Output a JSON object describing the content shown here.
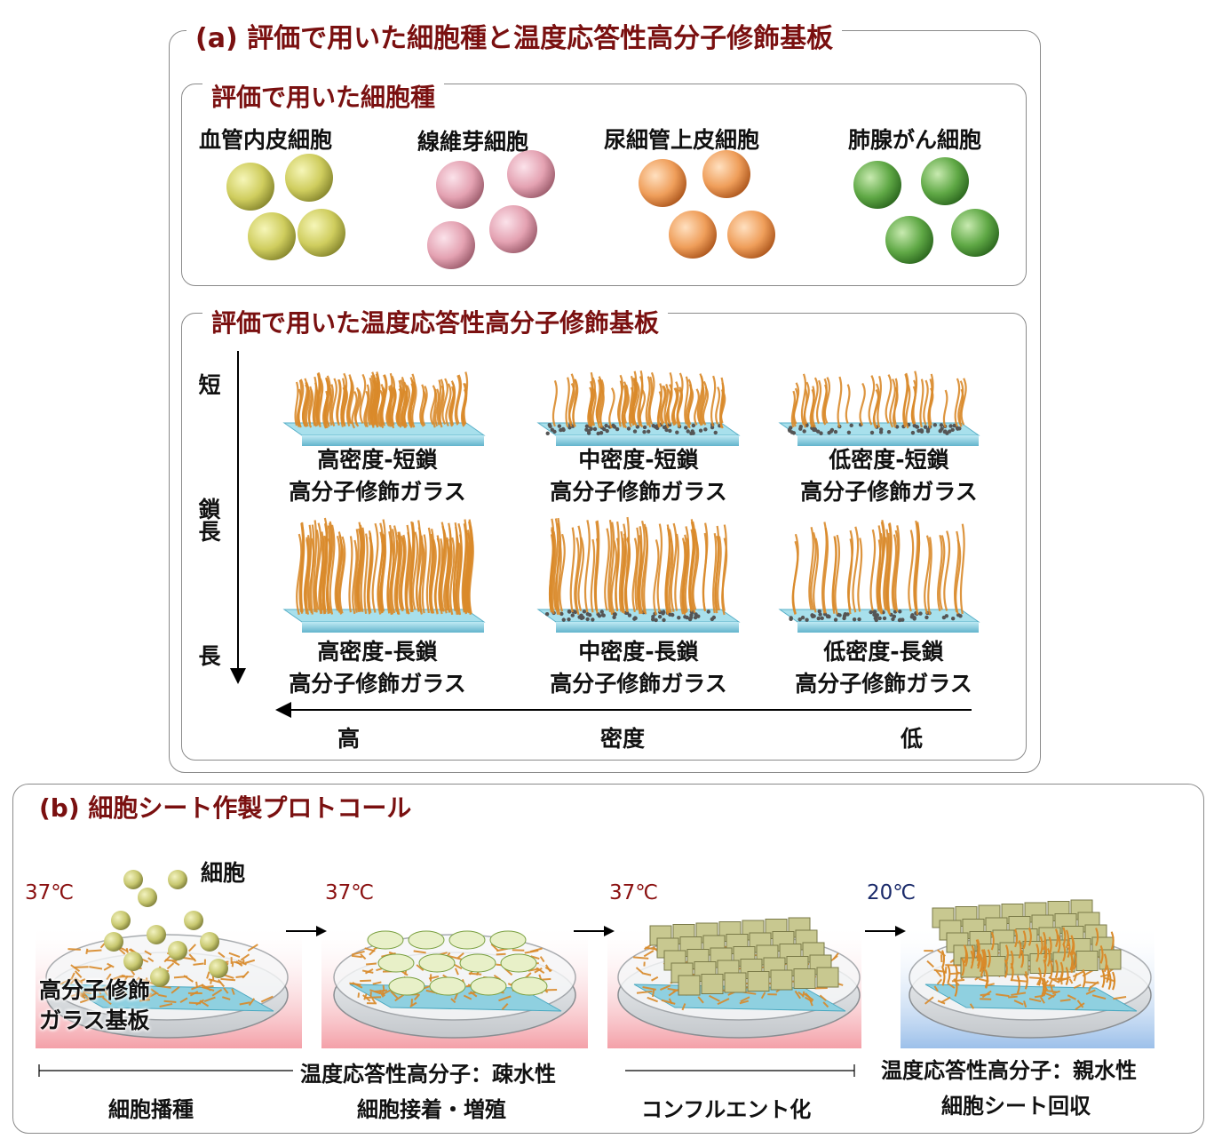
{
  "panel_a": {
    "title": "(a) 評価で用いた細胞種と温度応答性高分子修飾基板",
    "cells": {
      "title": "評価で用いた細胞種",
      "items": [
        {
          "label": "血管内皮細胞",
          "color": "#d6d46c"
        },
        {
          "label": "線維芽細胞",
          "color": "#e8aab8"
        },
        {
          "label": "尿細管上皮細胞",
          "color": "#f0a060"
        },
        {
          "label": "肺腺がん細胞",
          "color": "#5fa845"
        }
      ]
    },
    "substrates": {
      "title": "評価で用いた温度応答性高分子修飾基板",
      "y_axis": {
        "top": "短",
        "middle": "鎖長",
        "bottom": "長"
      },
      "x_axis": {
        "left": "高",
        "middle": "密度",
        "right": "低"
      },
      "items": [
        {
          "line1": "高密度-短鎖",
          "line2": "高分子修飾ガラス"
        },
        {
          "line1": "中密度-短鎖",
          "line2": "高分子修飾ガラス"
        },
        {
          "line1": "低密度-短鎖",
          "line2": "高分子修飾ガラス"
        },
        {
          "line1": "高密度-長鎖",
          "line2": "高分子修飾ガラス"
        },
        {
          "line1": "中密度-長鎖",
          "line2": "高分子修飾ガラス"
        },
        {
          "line1": "低密度-長鎖",
          "line2": "高分子修飾ガラス"
        }
      ]
    }
  },
  "panel_b": {
    "title": "(b) 細胞シート作製プロトコール",
    "cell_label": "細胞",
    "substrate_label_1": "高分子修飾",
    "substrate_label_2": "ガラス基板",
    "temps": [
      "37℃",
      "37℃",
      "37℃",
      "20℃"
    ],
    "steps": {
      "seeding": "細胞播種",
      "hydrophobic": "温度応答性高分子：疎水性",
      "adhesion": "細胞接着・増殖",
      "confluent": "コンフルエント化",
      "hydrophilic": "温度応答性高分子：親水性",
      "recovery": "細胞シート回収"
    },
    "colors": {
      "warm": "#f4a0a8",
      "cool": "#9cc0ea",
      "polymer": "#d98a2a",
      "glass": "#8fd0e0",
      "sheet": "#c8c890"
    }
  }
}
